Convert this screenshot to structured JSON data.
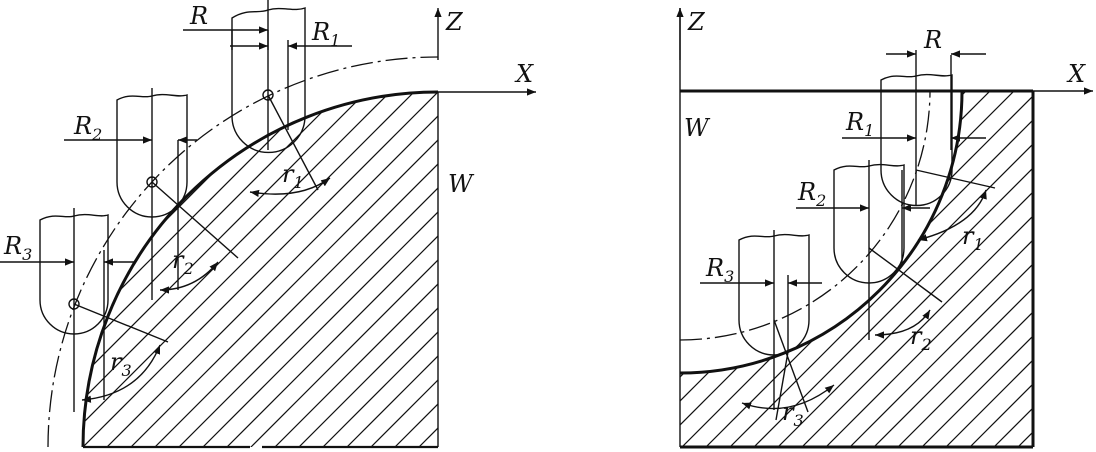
{
  "left": {
    "axis_z": "Z",
    "axis_x": "X",
    "workpiece": "W",
    "cutter_radius": {
      "base": "R",
      "sub": ""
    },
    "r1_cutter": {
      "base": "R",
      "sub": "1"
    },
    "r2_cutter": {
      "base": "R",
      "sub": "2"
    },
    "r3_cutter": {
      "base": "R",
      "sub": "3"
    },
    "r1": {
      "base": "r",
      "sub": "1"
    },
    "r2": {
      "base": "r",
      "sub": "2"
    },
    "r3": {
      "base": "r",
      "sub": "3"
    }
  },
  "right": {
    "axis_z": "Z",
    "axis_x": "X",
    "workpiece": "W",
    "cutter_radius": {
      "base": "R",
      "sub": ""
    },
    "r1_cutter": {
      "base": "R",
      "sub": "1"
    },
    "r2_cutter": {
      "base": "R",
      "sub": "2"
    },
    "r3_cutter": {
      "base": "R",
      "sub": "3"
    },
    "r1": {
      "base": "r",
      "sub": "1"
    },
    "r2": {
      "base": "r",
      "sub": "2"
    },
    "r3": {
      "base": "r",
      "sub": "3"
    }
  },
  "colors": {
    "ink": "#111111",
    "paper": "#ffffff"
  }
}
